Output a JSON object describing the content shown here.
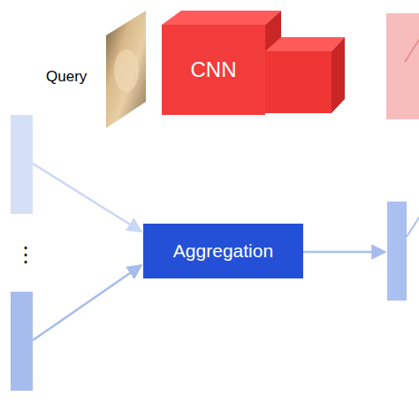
{
  "diagram": {
    "nodes": [
      {
        "text": [
          "CNN"
        ]
      },
      {
        "text": [
          "Aggregation"
        ]
      }
    ],
    "labels": [
      "Query",
      "⋮"
    ]
  }
}
